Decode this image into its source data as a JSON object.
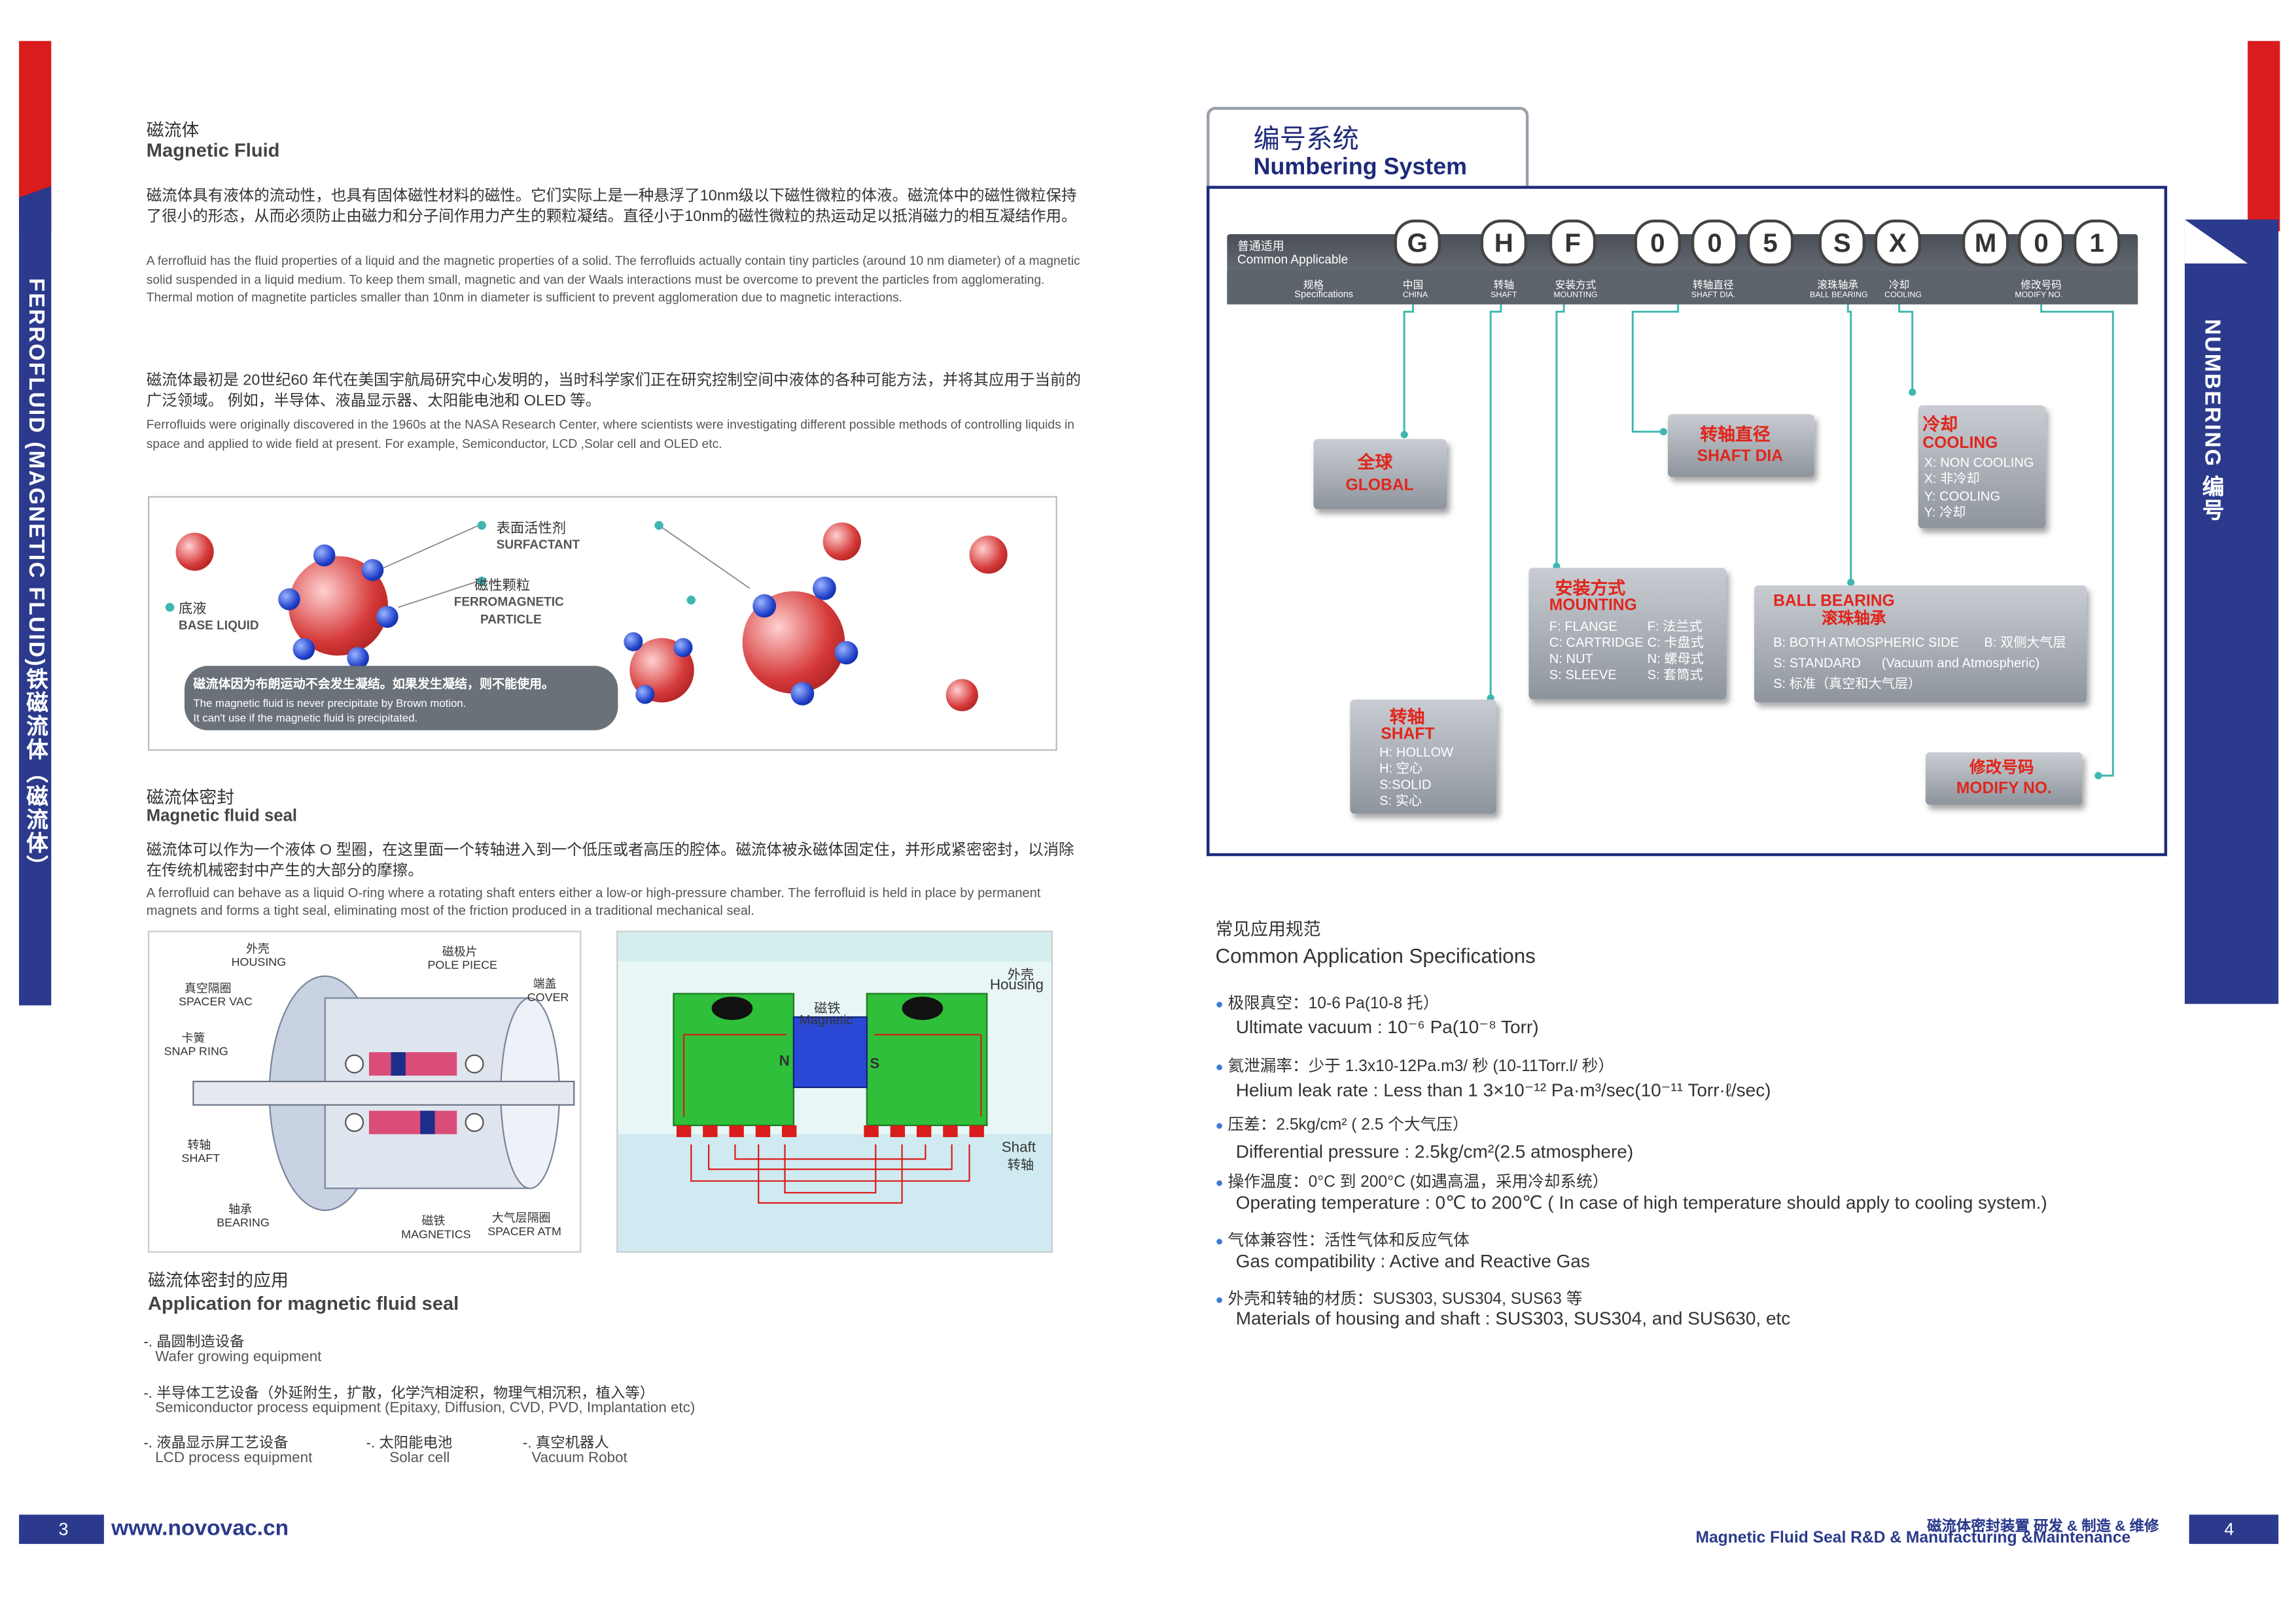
{
  "left": {
    "sidebar_title": "FERROFLUID (MAGNETIC FLUID)铁磁流体（磁流体）",
    "section1": {
      "title_cn": "磁流体",
      "title_en": "Magnetic Fluid",
      "para1_cn": "磁流体具有液体的流动性，也具有固体磁性材料的磁性。它们实际上是一种悬浮了10nm级以下磁性微粒的体液。磁流体中的磁性微粒保持了很小的形态，从而必须防止由磁力和分子间作用力产生的颗粒凝结。直径小于10nm的磁性微粒的热运动足以抵消磁力的相互凝结作用。",
      "para1_en": "A ferrofluid has the fluid properties of a liquid and the magnetic properties of a solid. The ferrofluids actually contain tiny particles (around 10 nm diameter) of a magnetic solid suspended in a liquid medium. To keep them small, magnetic and van der Waals interactions must be overcome to prevent the particles from agglomerating. Thermal motion of magnetite particles smaller than 10nm in diameter is sufficient to prevent agglomeration due to magnetic interactions.",
      "para2_cn": "磁流体最初是 20世纪60 年代在美国宇航局研究中心发明的，当时科学家们正在研究控制空间中液体的各种可能方法，并将其应用于当前的广泛领域。 例如，半导体、液晶显示器、太阳能电池和 OLED 等。",
      "para2_en": "Ferrofluids were originally discovered in the 1960s at the NASA Research Center, where scientists were investigating different possible methods of controlling liquids in space and applied to wide field at present. For example, Semiconductor, LCD ,Solar cell and OLED etc."
    },
    "particle_diagram": {
      "surfactant_cn": "表面活性剂",
      "surfactant_en": "SURFACTANT",
      "ferro_cn": "磁性颗粒",
      "ferro_en1": "FERROMAGNETIC",
      "ferro_en2": "PARTICLE",
      "base_cn": "底液",
      "base_en": "BASE LIQUID",
      "note_cn": "磁流体因为布朗运动不会发生凝结。如果发生凝结，则不能使用。",
      "note_en1": "The magnetic fluid is never precipitate by Brown motion.",
      "note_en2": "It can't use if the magnetic fluid is precipitated."
    },
    "section2": {
      "title_cn": "磁流体密封",
      "title_en": "Magnetic fluid seal",
      "para_cn": "磁流体可以作为一个液体 O 型圈，在这里面一个转轴进入到一个低压或者高压的腔体。磁流体被永磁体固定住，并形成紧密密封，以消除在传统机械密封中产生的大部分的摩擦。",
      "para_en": "A ferrofluid can behave as a liquid O-ring where a rotating shaft enters either a low-or high-pressure chamber. The ferrofluid is held in place by permanent magnets and forms a tight seal, eliminating most of the friction produced in a traditional mechanical seal."
    },
    "seal_diagram": {
      "housing_cn": "外壳",
      "housing_en": "HOUSING",
      "pole_cn": "磁极片",
      "pole_en": "POLE PIECE",
      "spacer_vac_cn": "真空隔圈",
      "spacer_vac_en": "SPACER VAC",
      "cover_cn": "端盖",
      "cover_en": "COVER",
      "snap_cn": "卡簧",
      "snap_en": "SNAP RING",
      "shaft_cn": "转轴",
      "shaft_en": "SHAFT",
      "bearing_cn": "轴承",
      "bearing_en": "BEARING",
      "magnetics_cn": "磁铁",
      "magnetics_en": "MAGNETICS",
      "spacer_atm_cn": "大气层隔圈",
      "spacer_atm_en": "SPACER ATM"
    },
    "flux_diagram": {
      "housing_cn": "外壳",
      "housing_en": "Housing",
      "magnet_cn": "磁铁",
      "magnet_en": "Magnetic",
      "n": "N",
      "s": "S",
      "shaft_en": "Shaft",
      "shaft_cn": "转轴"
    },
    "section3": {
      "title_cn": "磁流体密封的应用",
      "title_en": "Application for magnetic fluid seal",
      "items": [
        {
          "cn": "-. 晶圆制造设备",
          "en": "Wafer growing equipment"
        },
        {
          "cn": "-. 半导体工艺设备（外延附生，扩散，化学汽相淀积，物理气相沉积，植入等）",
          "en": "Semiconductor process equipment (Epitaxy, Diffusion, CVD, PVD, Implantation etc)"
        },
        {
          "cn": "-. 液晶显示屏工艺设备",
          "en": "LCD process equipment"
        },
        {
          "cn": "-. 太阳能电池",
          "en": "Solar cell"
        },
        {
          "cn": "-. 真空机器人",
          "en": "Vacuum Robot"
        }
      ]
    },
    "footer": {
      "page": "3",
      "url": "www.novovac.cn"
    }
  },
  "right": {
    "sidebar_title": "NUMBERING 编号",
    "tab_cn": "编号系统",
    "tab_en": "Numbering System",
    "code_bar": {
      "label1_cn": "普通适用",
      "label1_en": "Common Applicable",
      "label2_cn": "规格",
      "label2_en": "Specifications",
      "letters": [
        "G",
        "H",
        "F",
        "0",
        "0",
        "5",
        "S",
        "X",
        "M",
        "0",
        "1"
      ],
      "fields": [
        {
          "cn": "中国",
          "en": "CHINA"
        },
        {
          "cn": "转轴",
          "en": "SHAFT"
        },
        {
          "cn": "安装方式",
          "en": "MOUNTING"
        },
        {
          "cn": "转轴直径",
          "en": "SHAFT DIA."
        },
        {
          "cn": "滚珠轴承",
          "en": "BALL BEARING"
        },
        {
          "cn": "冷却",
          "en": "COOLING"
        },
        {
          "cn": "修改号码",
          "en": "MODIFY NO."
        }
      ]
    },
    "cards": {
      "global": {
        "cn": "全球",
        "en": "GLOBAL"
      },
      "shaft_dia": {
        "cn": "转轴直径",
        "en": "SHAFT DIA"
      },
      "cooling": {
        "cn": "冷却",
        "en": "COOLING",
        "lines": [
          "X: NON COOLING",
          "X: 非冷却",
          "Y: COOLING",
          "Y: 冷却"
        ]
      },
      "mounting": {
        "cn": "安装方式",
        "en": "MOUNTING",
        "rows": [
          [
            "F: FLANGE",
            "F: 法兰式"
          ],
          [
            "C: CARTRIDGE",
            "C: 卡盘式"
          ],
          [
            "N: NUT",
            "N: 螺母式"
          ],
          [
            "S: SLEEVE",
            "S: 套筒式"
          ]
        ]
      },
      "bearing": {
        "en": "BALL BEARING",
        "cn": "滚珠轴承",
        "lines": [
          "B: BOTH ATMOSPHERIC SIDE",
          "B: 双侧大气层",
          "S: STANDARD",
          "(Vacuum and Atmospheric)",
          "S: 标准（真空和大气层）"
        ]
      },
      "shaft": {
        "cn": "转轴",
        "en": "SHAFT",
        "lines": [
          "H: HOLLOW",
          "H: 空心",
          "S:SOLID",
          "S: 实心"
        ]
      },
      "modify": {
        "cn": "修改号码",
        "en": "MODIFY NO."
      }
    },
    "specs": {
      "title_cn": "常见应用规范",
      "title_en": "Common Application Specifications",
      "items": [
        {
          "cn": "极限真空：10-6 Pa(10-8 托）",
          "en": "Ultimate vacuum : 10⁻⁶ Pa(10⁻⁸ Torr)"
        },
        {
          "cn": "氦泄漏率：少于 1.3x10-12Pa.m3/ 秒 (10-11Torr.l/ 秒）",
          "en": "Helium leak rate : Less than 1 3×10⁻¹² Pa·m³/sec(10⁻¹¹ Torr·ℓ/sec)"
        },
        {
          "cn": "压差：2.5kg/cm² ( 2.5 个大气压）",
          "en": "Differential pressure : 2.5㎏/cm²(2.5 atmosphere)"
        },
        {
          "cn": "操作温度：0°C 到 200°C (如遇高温，采用冷却系统）",
          "en": "Operating temperature : 0℃ to 200℃ ( In case of high temperature should apply to cooling system.)"
        },
        {
          "cn": "气体兼容性：活性气体和反应气体",
          "en": "Gas compatibility : Active and Reactive Gas"
        },
        {
          "cn": "外壳和转轴的材质：SUS303, SUS304, SUS63 等",
          "en": "Materials of housing and shaft : SUS303, SUS304, and SUS630, etc"
        }
      ]
    },
    "footer": {
      "cn": "磁流体密封装置 研发 & 制造 & 维修",
      "en": "Magnetic Fluid Seal  R&D & Manufacturing &Maintenance",
      "page": "4"
    }
  },
  "colors": {
    "navy": "#2b3a8c",
    "red": "#d91c1c",
    "teal": "#3fb6b0",
    "green": "#2fbf3a",
    "frame": "#1e2a7a"
  }
}
